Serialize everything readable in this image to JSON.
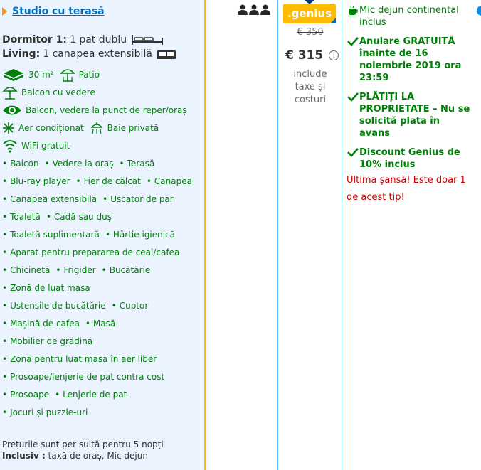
{
  "room": {
    "title": "Studio cu terasă",
    "beds": [
      {
        "label": "Dormitor 1:",
        "value": "1 pat dublu",
        "icon": "double-bed-icon"
      },
      {
        "label": "Living:",
        "value": "1 canapea extensibilă",
        "icon": "sofa-bed-icon"
      }
    ],
    "size": "30 m²",
    "patio": "Patio",
    "balcony_view": "Balcon cu vedere",
    "landmark_view": "Balcon, vedere la punct de reper/oraș",
    "ac": "Aer condiționat",
    "private_bath": "Baie privată",
    "wifi": "WiFi gratuit",
    "bullet_rows": [
      [
        "Balcon",
        "Vedere la oraș",
        "Terasă"
      ],
      [
        "Blu-ray player",
        "Fier de călcat",
        "Canapea"
      ],
      [
        "Canapea extensibilă",
        "Uscător de păr"
      ],
      [
        "Toaletă",
        "Cadă sau duș"
      ],
      [
        "Toaletă suplimentară",
        "Hârtie igienică"
      ],
      [
        "Aparat pentru prepararea de ceai/cafea"
      ],
      [
        "Chicinetă",
        "Frigider",
        "Bucătărie"
      ],
      [
        "Zonă de luat masa"
      ],
      [
        "Ustensile de bucătărie",
        "Cuptor"
      ],
      [
        "Mașină de cafea",
        "Masă"
      ],
      [
        "Mobilier de grădină"
      ],
      [
        "Zonă pentru luat masa în aer liber"
      ],
      [
        "Prosoape/lenjerie de pat contra cost"
      ],
      [
        "Prosoape",
        "Lenjerie de pat"
      ],
      [
        "Jocuri și puzzle-uri"
      ]
    ],
    "note_line1": "Prețurile sunt per suită pentru 5 nopți",
    "note_inclusive_label": "Inclusiv :",
    "note_inclusive_value": "taxă de oraș, Mic dejun"
  },
  "sleeps": {
    "count": 3,
    "icon": "person-icon"
  },
  "price": {
    "genius_label": ".genius",
    "old_price": "€ 350",
    "new_price": "€ 315",
    "info_glyph": "i",
    "sub_line1": "include",
    "sub_line2": "taxe și",
    "sub_line3": "costuri"
  },
  "conditions": {
    "breakfast": "Mic dejun continental inclus",
    "cancel": "Anulare GRATUITĂ înainte de 16 noiembrie 2019 ora 23:59",
    "pay": "PLĂTIȚI LA PROPRIETATE – Nu se solicită plata în avans",
    "discount": "Discount Genius de 10% inclus",
    "urgent": "Ultima șansă! Este doar 1 de acest tip!"
  },
  "colors": {
    "link": "#0071c2",
    "green": "#008009",
    "genius": "#febb02",
    "urgent": "#cc0000"
  }
}
